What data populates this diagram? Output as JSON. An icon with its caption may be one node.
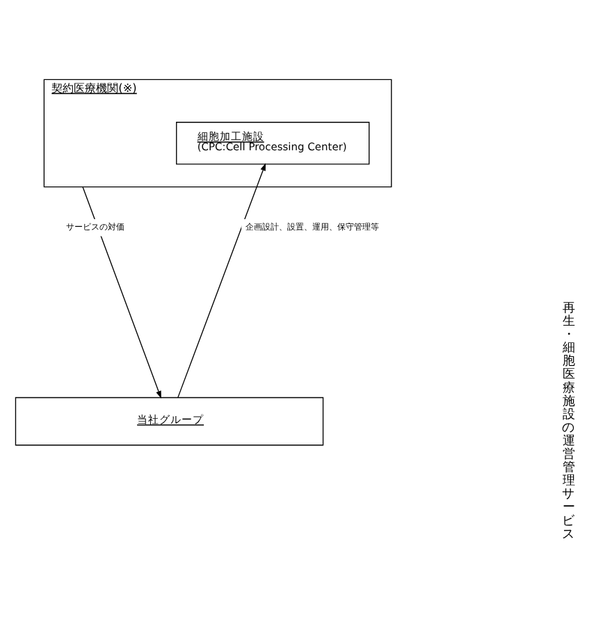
{
  "diagram": {
    "nodes": [
      {
        "text": [
          "契約医療機関(※)"
        ]
      },
      {
        "text": [
          "細胞加工施設",
          "(CPC:Cell Processing Center)"
        ],
        "in": 0
      },
      {
        "text": [
          "当社グループ"
        ]
      }
    ],
    "edges": [
      {
        "from": 0,
        "to": 2,
        "arrow": "to",
        "label": "サービスの対価"
      },
      {
        "from": 2,
        "to": 1,
        "arrow": "to",
        "label": "企画設計、設置、運用、保守管理等"
      }
    ],
    "labels": [
      "再生・細胞医療施設の運営管理サービス"
    ]
  }
}
